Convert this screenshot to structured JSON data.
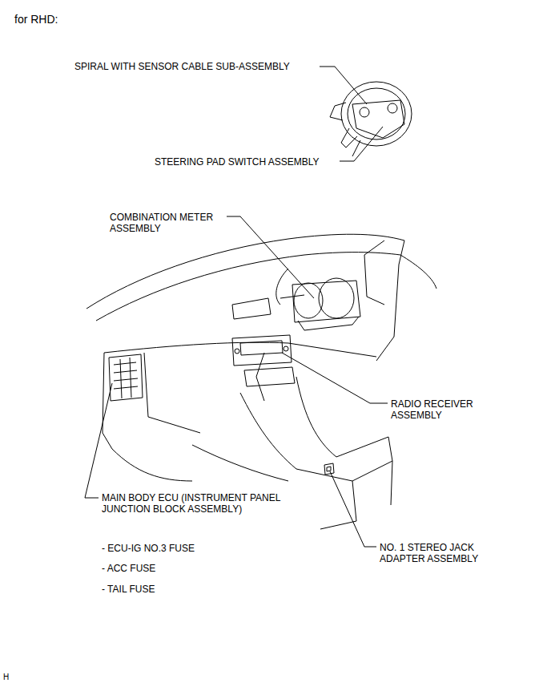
{
  "diagram": {
    "title": "for RHD:",
    "labels": [
      "SPIRAL WITH SENSOR CABLE SUB-ASSEMBLY",
      "STEERING PAD SWITCH ASSEMBLY",
      "COMBINATION METER ASSEMBLY",
      "RADIO RECEIVER ASSEMBLY",
      "MAIN BODY ECU (INSTRUMENT PANEL JUNCTION BLOCK ASSEMBLY)",
      "- ECU-IG NO.3 FUSE",
      "- ACC FUSE",
      "- TAIL FUSE",
      "NO. 1 STEREO JACK ADAPTER ASSEMBLY",
      "H"
    ]
  }
}
